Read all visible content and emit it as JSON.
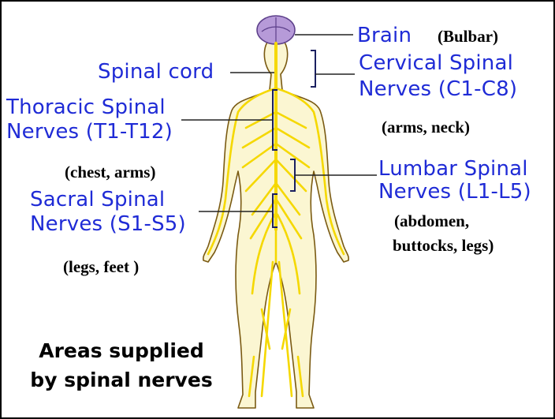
{
  "labels": {
    "brain": "Brain",
    "spinal_cord": "Spinal cord",
    "cervical_line1": "Cervical Spinal",
    "cervical_line2": "Nerves (C1-C8)",
    "thoracic_line1": "Thoracic Spinal",
    "thoracic_line2": "Nerves (T1-T12)",
    "lumbar_line1": "Lumbar Spinal",
    "lumbar_line2": "Nerves (L1-L5)",
    "sacral_line1": "Sacral Spinal",
    "sacral_line2": "Nerves (S1-S5)"
  },
  "annotations": {
    "bulbar": "(Bulbar)",
    "arms_neck": "(arms, neck)",
    "chest_arms": "(chest, arms)",
    "abdomen_line1": "(abdomen,",
    "abdomen_line2": "buttocks, legs)",
    "legs_feet": "(legs, feet )"
  },
  "caption": {
    "line1": "Areas supplied",
    "line2": "by spinal nerves"
  },
  "colors": {
    "label_blue": "#1f2bd6",
    "nerve_yellow": "#f5d800",
    "skin": "#fbf6d2",
    "outline": "#7a5a12",
    "brain": "#b69ad8"
  }
}
